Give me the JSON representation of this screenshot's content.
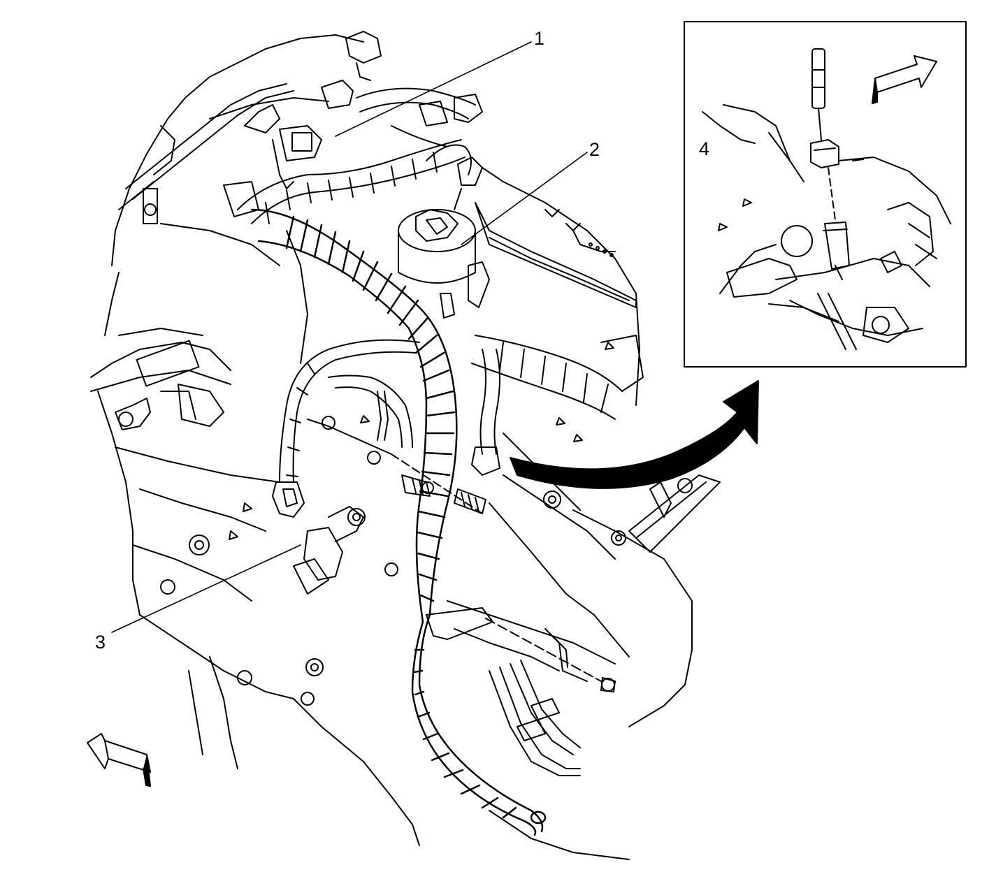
{
  "diagram": {
    "callouts": [
      {
        "id": "1",
        "label": "1"
      },
      {
        "id": "2",
        "label": "2"
      },
      {
        "id": "3",
        "label": "3"
      },
      {
        "id": "4",
        "label": "4"
      }
    ],
    "inset": {
      "present": true
    },
    "colors": {
      "line": "#000000",
      "fill": "#ffffff"
    }
  }
}
